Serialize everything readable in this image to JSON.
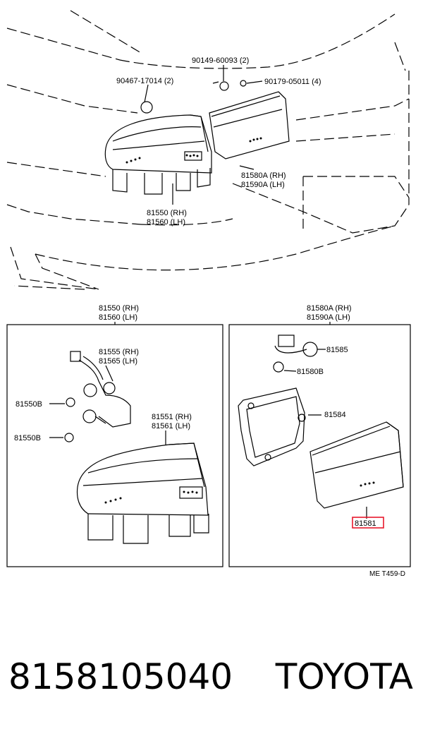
{
  "labels": {
    "bolt_90467": "90467-17014 (2)",
    "screw_90149": "90149-60093 (2)",
    "nut_90179": "90179-05011 (4)",
    "lens_rh_top": "81580A (RH)",
    "lens_lh_top": "81590A (LH)",
    "lamp_rh_top": "81550 (RH)",
    "lamp_lh_top": "81560 (LH)",
    "left_box_rh": "81550 (RH)",
    "left_box_lh": "81560 (LH)",
    "right_box_rh": "81580A (RH)",
    "right_box_lh": "81590A (LH)",
    "socket_rh": "81555 (RH)",
    "socket_lh": "81565 (LH)",
    "bulb_a": "81550B",
    "bulb_b": "81550B",
    "lens_body_rh": "81551 (RH)",
    "lens_body_lh": "81561 (LH)",
    "socket_right": "81585",
    "bulb_right": "81580B",
    "gasket": "81584",
    "highlighted_part": "81581",
    "diagram_code": "ME T459-D"
  },
  "footer": {
    "part_number": "8158105040",
    "brand": "TOYOTA"
  },
  "colors": {
    "highlight": "#e8192c",
    "line": "#000000"
  }
}
